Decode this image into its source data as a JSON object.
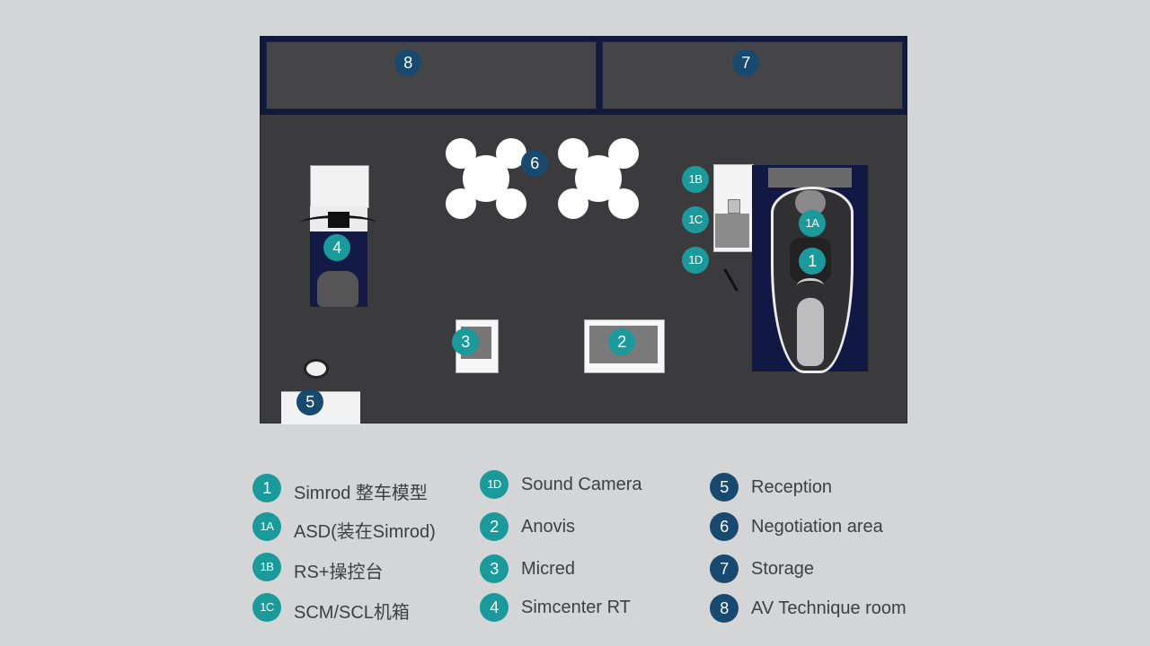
{
  "colors": {
    "background": "#d4d5d6",
    "floor": "#3b3b3d",
    "rooms_frame": "#111a3c",
    "badge_teal": "#1a9a9a",
    "badge_navy": "#174a6e",
    "rug": "#121844"
  },
  "floorplan": {
    "markers": {
      "m8": "8",
      "m7": "7",
      "m6": "6",
      "m1B": "1B",
      "m1C": "1C",
      "m1D": "1D",
      "m1A": "1A",
      "m1": "1",
      "m4": "4",
      "m3": "3",
      "m2": "2",
      "m5": "5"
    }
  },
  "legend": {
    "col1": [
      {
        "id": "1",
        "label": "Simrod 整车模型"
      },
      {
        "id": "1A",
        "label": "ASD(装在Simrod)"
      },
      {
        "id": "1B",
        "label": "RS+操控台"
      },
      {
        "id": "1C",
        "label": "SCM/SCL机箱"
      }
    ],
    "col2": [
      {
        "id": "1D",
        "label": "Sound Camera"
      },
      {
        "id": "2",
        "label": "Anovis"
      },
      {
        "id": "3",
        "label": "Micred"
      },
      {
        "id": "4",
        "label": "Simcenter RT"
      }
    ],
    "col3": [
      {
        "id": "5",
        "label": "Reception"
      },
      {
        "id": "6",
        "label": "Negotiation area"
      },
      {
        "id": "7",
        "label": "Storage"
      },
      {
        "id": "8",
        "label": "AV Technique room"
      }
    ]
  }
}
